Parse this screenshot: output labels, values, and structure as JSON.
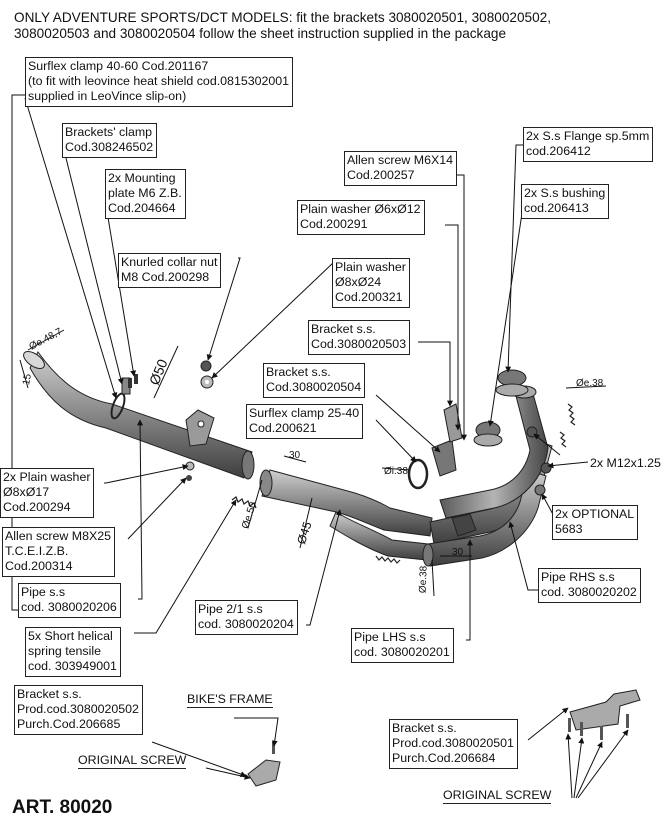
{
  "header": {
    "line1": "ONLY ADVENTURE SPORTS/DCT MODELS: fit the brackets 3080020501, 3080020502,",
    "line2": "3080020503 and 3080020504 follow the sheet instruction supplied in the package"
  },
  "callouts": {
    "surflex_clamp_40_60": [
      "Surflex clamp 40-60 Cod.201167",
      "(to fit with leovince heat shield cod.0815302001",
      "supplied in LeoVince slip-on)"
    ],
    "brackets_clamp": [
      "Brackets' clamp",
      "Cod.308246502"
    ],
    "mounting_plate": [
      "2x Mounting",
      "plate M6 Z.B.",
      "Cod.204664"
    ],
    "knurled_collar_nut": [
      "Knurled collar nut",
      "M8 Cod.200298"
    ],
    "allen_screw_m6": [
      "Allen screw M6X14",
      "Cod.200257"
    ],
    "plain_washer_6x12": [
      "Plain washer Ø6xØ12",
      "Cod.200291"
    ],
    "plain_washer_8x24": [
      "Plain washer",
      "Ø8xØ24",
      "Cod.200321"
    ],
    "bracket_503": [
      "Bracket s.s.",
      "Cod.3080020503"
    ],
    "bracket_504": [
      "Bracket s.s.",
      "Cod.3080020504"
    ],
    "surflex_clamp_25_40": [
      "Surflex clamp 25-40",
      "Cod.200621"
    ],
    "flange": [
      "2x S.s Flange sp.5mm",
      "cod.206412"
    ],
    "bushing": [
      "2x S.s bushing",
      "cod.206413"
    ],
    "plain_washer_8x17": [
      "2x Plain washer",
      "Ø8xØ17",
      "Cod.200294"
    ],
    "allen_screw_m8": [
      "Allen screw M8X25",
      "T.C.E.I.Z.B.",
      "Cod.200314"
    ],
    "pipe_206": [
      "Pipe  s.s",
      "cod. 3080020206"
    ],
    "spring": [
      "5x Short helical",
      "spring tensile",
      "cod. 303949001"
    ],
    "pipe_204": [
      "Pipe 2/1 s.s",
      "cod. 3080020204"
    ],
    "pipe_lhs": [
      "Pipe LHS s.s",
      "cod. 3080020201"
    ],
    "pipe_rhs": [
      "Pipe RHS s.s",
      "cod. 3080020202"
    ],
    "optional": [
      "2x OPTIONAL",
      "5683"
    ],
    "bracket_502": [
      "Bracket s.s.",
      "Prod.cod.3080020502",
      "Purch.Cod.206685"
    ],
    "bracket_501": [
      "Bracket s.s.",
      "Prod.cod.3080020501",
      "Purch.Cod.206684"
    ]
  },
  "labels": {
    "m12": "2x M12x1.25",
    "bikes_frame": "BIKE'S FRAME",
    "original_screw_left": "ORIGINAL SCREW",
    "original_screw_right": "ORIGINAL SCREW"
  },
  "dimensions": {
    "d48_7": "Øe.48,7",
    "d15": "15",
    "d50": "Ø50",
    "d30_top": "30",
    "de50": "Øe.50",
    "d45": "Ø45",
    "di38": "Øi.38",
    "de38_top": "Øe.38",
    "de38_bottom": "Øe.38",
    "d30_bottom": "30"
  },
  "art_number": "ART. 80020"
}
